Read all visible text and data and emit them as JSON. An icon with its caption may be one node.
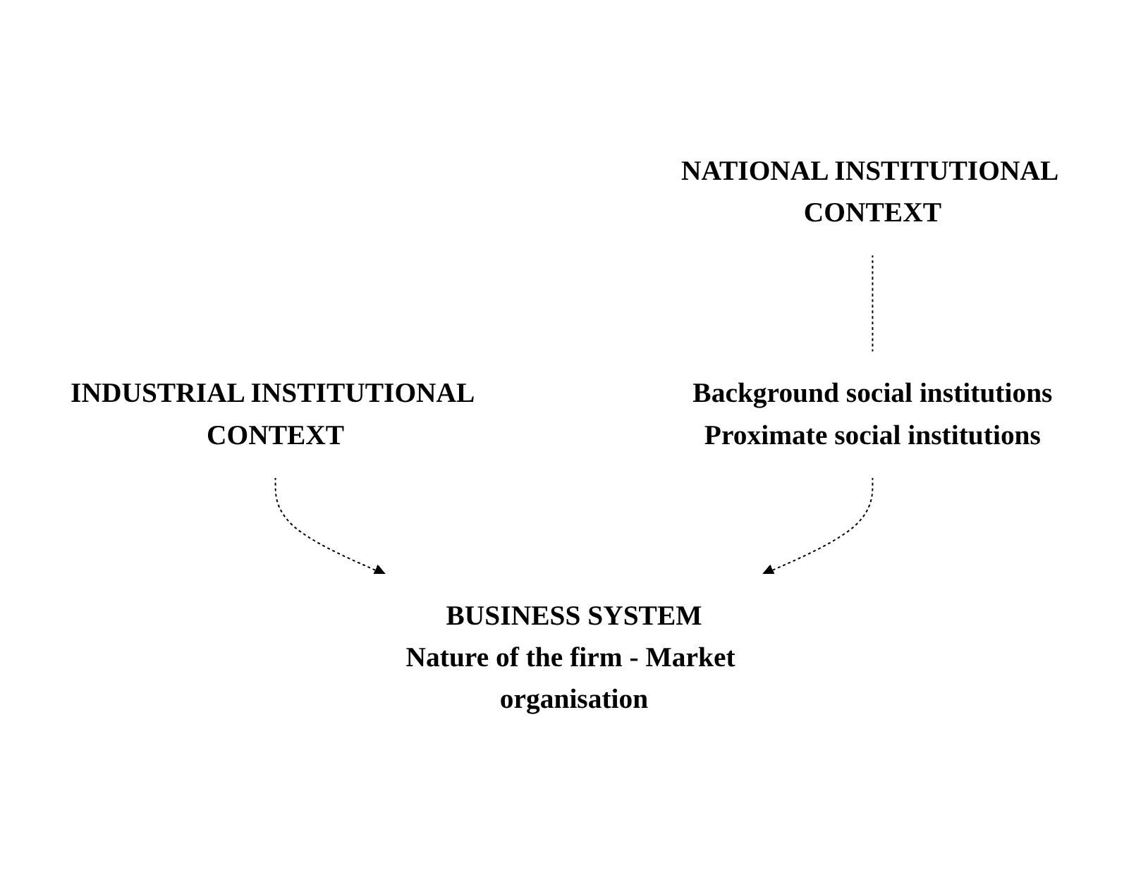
{
  "diagram": {
    "nodes": [
      {
        "text": [
          "NATIONAL INSTITUTIONAL CONTEXT"
        ]
      },
      {
        "text": [
          "INDUSTRIAL INSTITUTIONAL CONTEXT"
        ]
      },
      {
        "text": [
          "Background social institutions",
          "Proximate social institutions"
        ]
      },
      {
        "text": [
          "BUSINESS SYSTEM",
          "Nature of the firm - Market organisation"
        ]
      }
    ],
    "edges": [
      {
        "from": 0,
        "to": 2,
        "arrow": "none",
        "style": "dashed"
      },
      {
        "from": 1,
        "to": 3,
        "arrow": "to",
        "style": "dashed"
      },
      {
        "from": 2,
        "to": 3,
        "arrow": "to",
        "style": "dashed"
      }
    ]
  }
}
